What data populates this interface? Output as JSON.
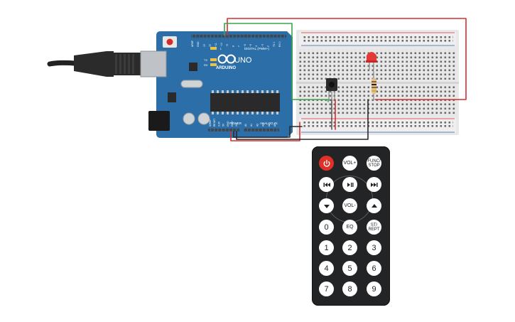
{
  "arduino": {
    "logo_text": "ARDUINO",
    "model_text": "UNO",
    "digital_label": "DIGITAL (PWM~)",
    "power_label": "POWER",
    "analog_label": "ANALOG IN",
    "led_labels": [
      "L",
      "TX",
      "RX"
    ],
    "digital_pins": [
      "AREF",
      "GND",
      "13",
      "12",
      "~11",
      "~10",
      "~9",
      "8",
      "7",
      "~6",
      "~5",
      "4",
      "~3",
      "2",
      "TX 1",
      "RX 0"
    ],
    "power_pins": [
      "IOREF",
      "RESET",
      "3.3V",
      "5V",
      "GND",
      "GND",
      "Vin"
    ],
    "analog_pins": [
      "A0",
      "A1",
      "A2",
      "A3",
      "A4",
      "A5"
    ]
  },
  "remote": {
    "row1": [
      "power-icon",
      "VOL+",
      "FUNC/\nSTOP"
    ],
    "row2": [
      "rewind-icon",
      "play-pause-icon",
      "fast-forward-icon"
    ],
    "row3": [
      "down-icon",
      "VOL-",
      "up-icon"
    ],
    "row4": [
      "0",
      "EQ",
      "ST/\nREPT"
    ],
    "row5": [
      "1",
      "2",
      "3"
    ],
    "row6": [
      "4",
      "5",
      "6"
    ],
    "row7": [
      "7",
      "8",
      "9"
    ]
  },
  "colors": {
    "board": "#2c6fa8",
    "board_dark": "#1e5788",
    "breadboard": "#e8e8e8",
    "rail_red": "#d6262b",
    "rail_blue": "#2f5ba8",
    "wire_red": "#d32f2f",
    "wire_green": "#3aa449",
    "wire_black": "#2a2a2a",
    "led_red": "#e53935",
    "remote_body": "#222426",
    "power_button": "#e0302a"
  }
}
